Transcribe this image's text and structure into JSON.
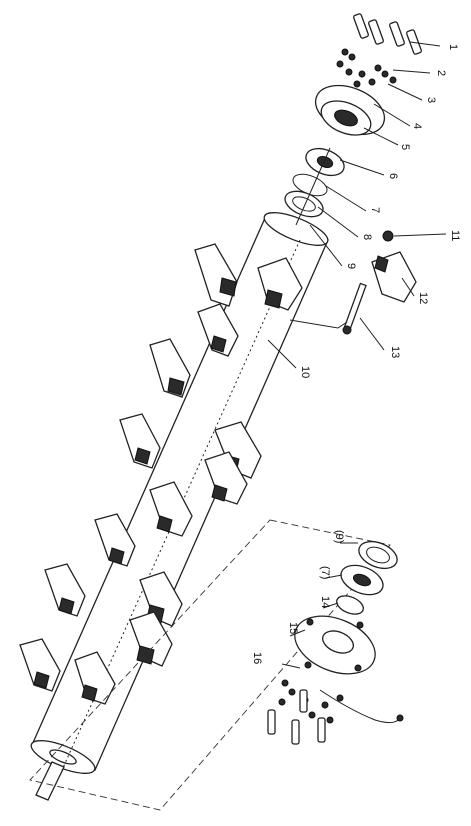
{
  "callouts": [
    {
      "id": "c1",
      "text": "1"
    },
    {
      "id": "c2",
      "text": "2"
    },
    {
      "id": "c3",
      "text": "3"
    },
    {
      "id": "c4",
      "text": "4"
    },
    {
      "id": "c5",
      "text": "5"
    },
    {
      "id": "c6",
      "text": "6"
    },
    {
      "id": "c7",
      "text": "7"
    },
    {
      "id": "c8",
      "text": "8"
    },
    {
      "id": "c9",
      "text": "9"
    },
    {
      "id": "c10",
      "text": "10"
    },
    {
      "id": "c11",
      "text": "11"
    },
    {
      "id": "c12",
      "text": "12"
    },
    {
      "id": "c13",
      "text": "13"
    },
    {
      "id": "c14",
      "text": "14"
    },
    {
      "id": "c15",
      "text": "15"
    },
    {
      "id": "c16",
      "text": "16"
    },
    {
      "id": "c9b",
      "text": "(9)"
    },
    {
      "id": "c7b",
      "text": "(7)"
    }
  ]
}
